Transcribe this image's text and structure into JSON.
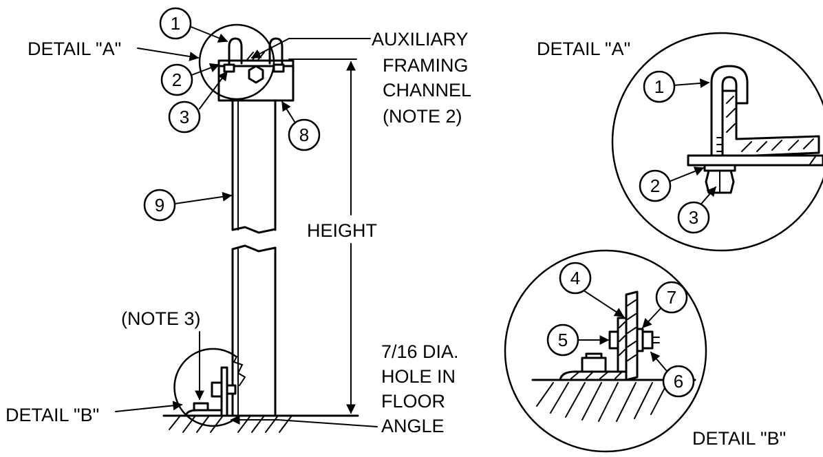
{
  "labels": {
    "detail_a_left": "DETAIL \"A\"",
    "detail_a_right": "DETAIL \"A\"",
    "detail_b_left": "DETAIL \"B\"",
    "detail_b_right": "DETAIL \"B\"",
    "aux_1": "AUXILIARY",
    "aux_2": "FRAMING",
    "aux_3": "CHANNEL",
    "aux_4": "(NOTE 2)",
    "height": "HEIGHT",
    "note3": "(NOTE 3)",
    "hole_1": "7/16 DIA.",
    "hole_2": "HOLE IN",
    "hole_3": "FLOOR",
    "hole_4": "ANGLE"
  },
  "callouts": {
    "main": [
      "1",
      "2",
      "3",
      "8",
      "9"
    ],
    "detail_a": [
      "1",
      "2",
      "3"
    ],
    "detail_b": [
      "4",
      "5",
      "6",
      "7"
    ]
  }
}
